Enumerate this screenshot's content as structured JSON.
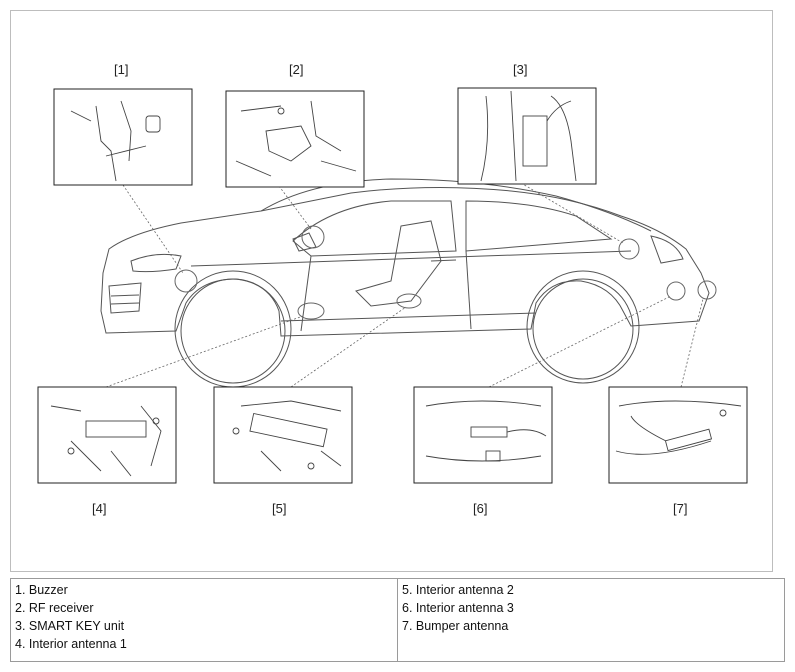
{
  "callouts": [
    "[1]",
    "[2]",
    "[3]",
    "[4]",
    "[5]",
    "[6]",
    "[7]"
  ],
  "legend": {
    "left": [
      "1. Buzzer",
      "2. RF receiver",
      "3. SMART KEY unit",
      "4. Interior antenna 1"
    ],
    "right": [
      "5. Interior antenna 2",
      "6. Interior antenna 3",
      "7. Bumper antenna"
    ]
  }
}
